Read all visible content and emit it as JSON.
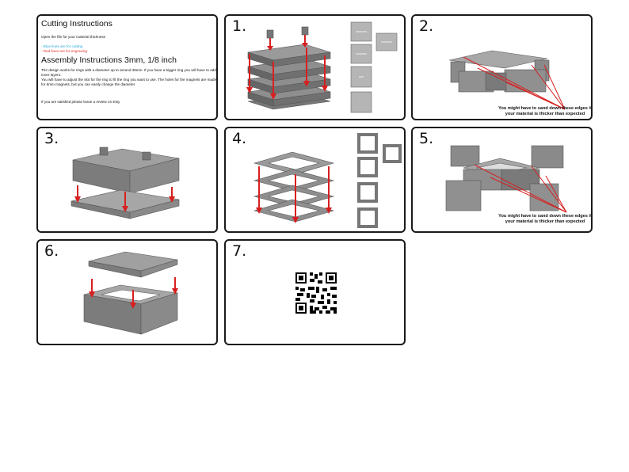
{
  "intro": {
    "cutting_title": "Cutting Instructions",
    "open_file": "Open the file for your material thickness",
    "blue_lines": "- Blue lines are for cutting",
    "red_lines": "- Red lines are for engraving",
    "assembly_title": "Assembly Instructions 3mm, 1/8 inch",
    "body_1": "The design works for rings with a diameter up to around 38mm. If you have a bigger ring you will have to add more layers.",
    "body_2": "You will have to adjust the slot for the ring to fit the ring you want to use. The holes for the magnets are made for 6mm magnets, but you can easily change the diameter",
    "review": "If you are satisfied please leave a review on Etsy",
    "blue_color": "#2aa7d8",
    "red_color": "#e03030"
  },
  "steps": [
    {
      "number": "1."
    },
    {
      "number": "2.",
      "note_1": "You might have to sand down these edges if",
      "note_2": "your material is thicker than expected"
    },
    {
      "number": "3."
    },
    {
      "number": "4."
    },
    {
      "number": "5.",
      "note_1": "You might have to sand down these edges if",
      "note_2": "your material is thicker than expected"
    },
    {
      "number": "6."
    },
    {
      "number": "7.",
      "qr_icon": "qr-code-icon"
    }
  ],
  "colors": {
    "arrow": "#d81f1f",
    "part": "#8e8e8e",
    "part_dark": "#5f5f5f",
    "part_light": "#b5b5b5"
  }
}
